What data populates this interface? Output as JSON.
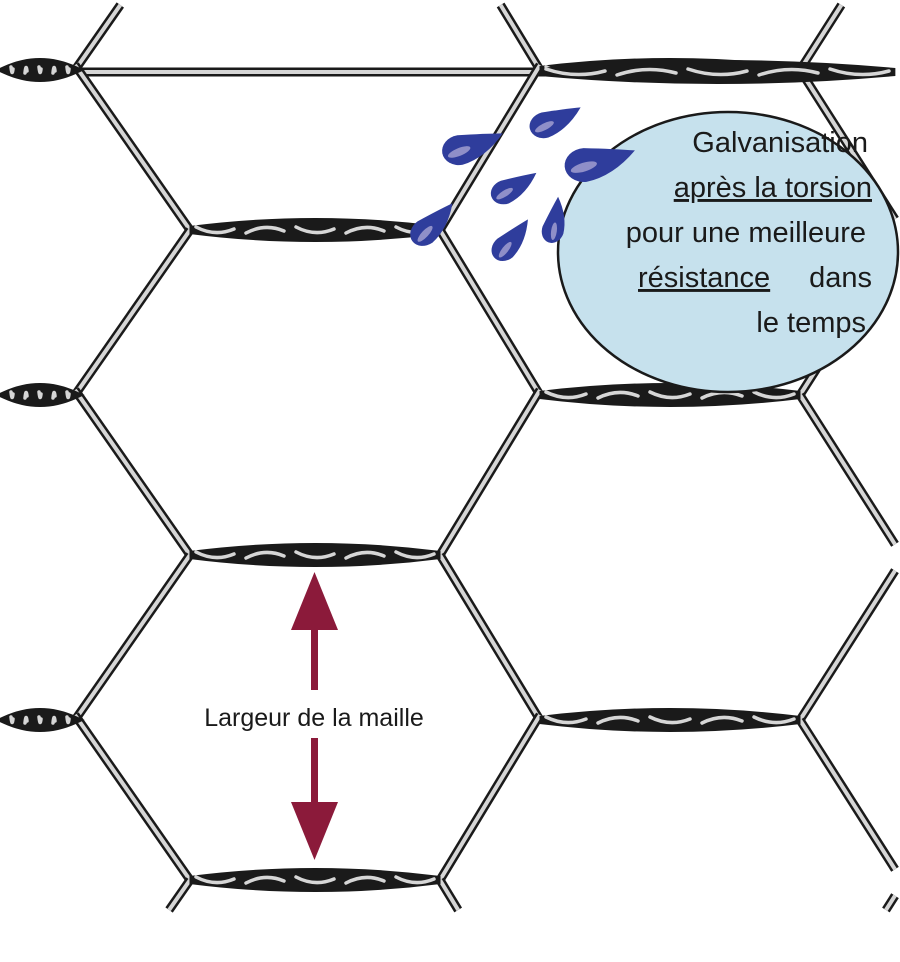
{
  "callout": {
    "lines": [
      "Galvanisation",
      "après la torsion",
      "pour une meilleure",
      "résistance",
      "dans",
      "le temps"
    ]
  },
  "measure_label": "Largeur de la maille",
  "colors": {
    "wire_dark": "#1a1a1a",
    "wire_light": "#d6d6d6",
    "callout_fill": "#c6e1ed",
    "drop": "#2f3d9c",
    "drop_highlight": "#8f8fc8",
    "arrow": "#8b1a3a"
  }
}
